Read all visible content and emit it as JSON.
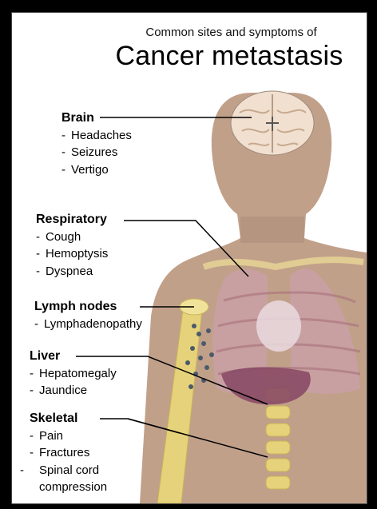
{
  "header": {
    "supertitle": "Common sites and symptoms of",
    "title": "Cancer metastasis"
  },
  "sites": [
    {
      "name": "Brain",
      "symptoms": [
        "Headaches",
        "Seizures",
        "Vertigo"
      ]
    },
    {
      "name": "Respiratory",
      "symptoms": [
        "Cough",
        "Hemoptysis",
        "Dyspnea"
      ]
    },
    {
      "name": "Lymph nodes",
      "symptoms": [
        "Lymphadenopathy"
      ]
    },
    {
      "name": "Liver",
      "symptoms": [
        "Hepatomegaly",
        "Jaundice"
      ]
    },
    {
      "name": "Skeletal",
      "symptoms": [
        "Pain",
        "Fractures",
        "Spinal cord compression"
      ]
    }
  ],
  "colors": {
    "skin": "#c1a08a",
    "bone": "#e6d27a",
    "lung": "#c9a0a4",
    "liver": "#8a4a66",
    "frame": "#000000"
  }
}
